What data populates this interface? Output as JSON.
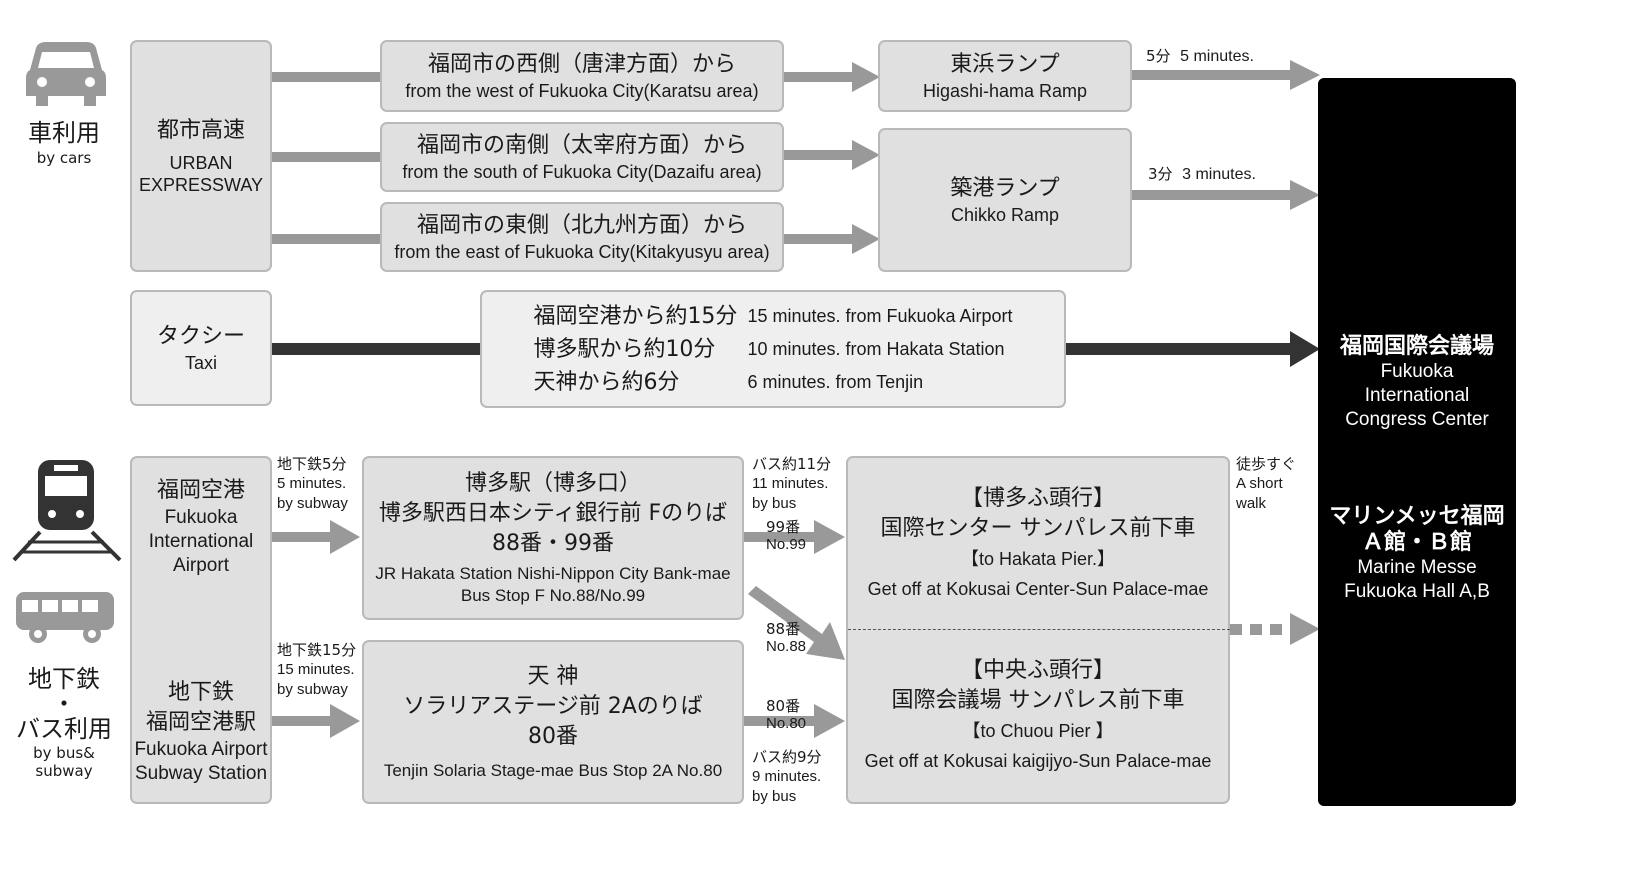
{
  "car": {
    "mode_jp": "車利用",
    "mode_en": "by cars",
    "expressway_jp": "都市高速",
    "expressway_en_1": "URBAN",
    "expressway_en_2": "EXPRESSWAY",
    "routes": [
      {
        "jp": "福岡市の西側（唐津方面）から",
        "en": "from the west of Fukuoka City(Karatsu area)"
      },
      {
        "jp": "福岡市の南側（太宰府方面）から",
        "en": "from the south of Fukuoka City(Dazaifu area)"
      },
      {
        "jp": "福岡市の東側（北九州方面）から",
        "en": "from the east of Fukuoka City(Kitakyusyu area)"
      }
    ],
    "ramps": [
      {
        "jp": "東浜ランプ",
        "en": "Higashi-hama Ramp",
        "time_jp": "5分",
        "time_en": "5 minutes."
      },
      {
        "jp": "築港ランプ",
        "en": "Chikko Ramp",
        "time_jp": "3分",
        "time_en": "3 minutes."
      }
    ]
  },
  "taxi": {
    "jp": "タクシー",
    "en": "Taxi",
    "rows": [
      {
        "jp": "福岡空港から約15分",
        "en": "15 minutes. from Fukuoka Airport"
      },
      {
        "jp": "博多駅から約10分",
        "en": "10 minutes. from Hakata Station"
      },
      {
        "jp": "天神から約6分",
        "en": "6 minutes. from Tenjin"
      }
    ]
  },
  "transit": {
    "mode_jp_1": "地下鉄",
    "mode_dot": "・",
    "mode_jp_2": "バス利用",
    "mode_en_1": "by bus&",
    "mode_en_2": "subway",
    "airport_jp": "福岡空港",
    "airport_en_1": "Fukuoka",
    "airport_en_2": "International",
    "airport_en_3": "Airport",
    "subway_jp_1": "地下鉄",
    "subway_jp_2": "福岡空港駅",
    "subway_en_1": "Fukuoka Airport",
    "subway_en_2": "Subway Station",
    "subway_to_hakata": [
      "地下鉄5分",
      "5 minutes.",
      "by subway"
    ],
    "subway_to_tenjin": [
      "地下鉄15分",
      "15 minutes.",
      "by subway"
    ],
    "hakata": {
      "jp_1": "博多駅（博多口）",
      "jp_2": "博多駅西日本シティ銀行前 Fのりば",
      "jp_3": "88番・99番",
      "en_1": "JR Hakata Station Nishi-Nippon City Bank-mae",
      "en_2": "Bus Stop F  No.88/No.99"
    },
    "tenjin": {
      "jp_1": "天 神",
      "jp_2": "ソラリアステージ前 2Aのりば",
      "jp_3": "80番",
      "en_1": "Tenjin  Solaria Stage-mae Bus Stop 2A  No.80"
    },
    "bus_11": [
      "バス約11分",
      "11 minutes.",
      "by bus"
    ],
    "bus_9": [
      "バス約9分",
      "9 minutes.",
      "by bus"
    ],
    "no99": [
      "99番",
      "No.99"
    ],
    "no88": [
      "88番",
      "No.88"
    ],
    "no80": [
      "80番",
      "No.80"
    ],
    "stop_hakata": {
      "jp_1": "【博多ふ頭行】",
      "jp_2": "国際センター サンパレス前下車",
      "en_1": "【to Hakata Pier.】",
      "en_2": "Get off at Kokusai Center-Sun Palace-mae"
    },
    "stop_chuou": {
      "jp_1": "【中央ふ頭行】",
      "jp_2": "国際会議場 サンパレス前下車",
      "en_1": "【to Chuou Pier 】",
      "en_2": "Get off at Kokusai kaigijyo-Sun Palace-mae"
    },
    "walk": [
      "徒歩すぐ",
      "A short",
      "walk"
    ]
  },
  "destination": {
    "congress_jp": "福岡国際会議場",
    "congress_en_1": "Fukuoka",
    "congress_en_2": "International",
    "congress_en_3": "Congress Center",
    "messe_jp_1": "マリンメッセ福岡",
    "messe_jp_2": "Ａ館・Ｂ館",
    "messe_en_1": "Marine Messe",
    "messe_en_2": "Fukuoka Hall A,B"
  },
  "icons": [
    "car-icon",
    "train-icon",
    "bus-icon"
  ],
  "colors": {
    "box": "#e0e0e0",
    "border": "#b9b9b9",
    "arrow": "#999999",
    "taxi_line": "#333333",
    "dest": "#000000"
  }
}
